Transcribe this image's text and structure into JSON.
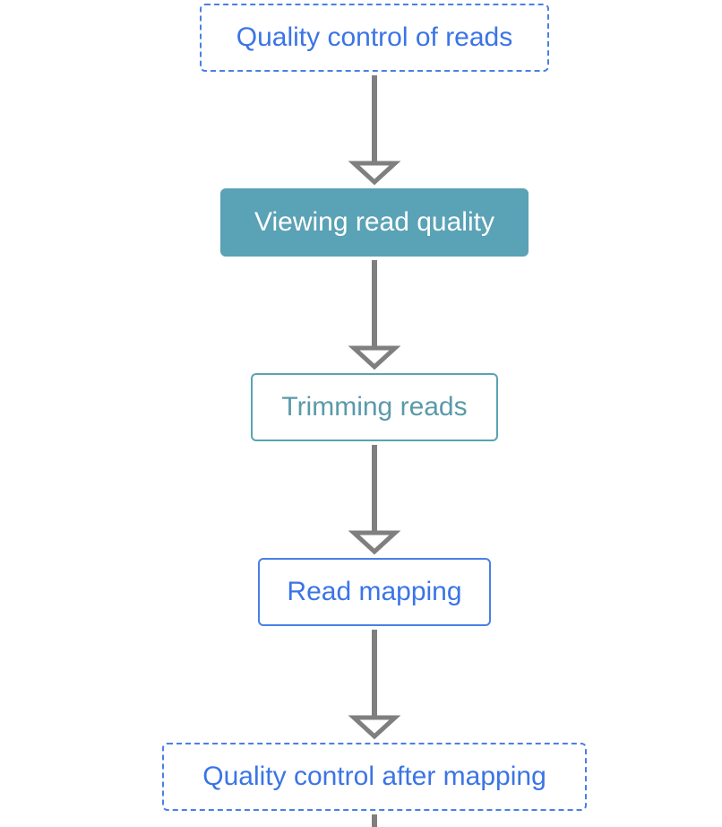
{
  "diagram": {
    "nodes": [
      {
        "id": "quality-control-of-reads",
        "label": "Quality control of reads",
        "style": "dashed"
      },
      {
        "id": "viewing-read-quality",
        "label": "Viewing read quality",
        "style": "current"
      },
      {
        "id": "trimming-reads",
        "label": "Trimming reads",
        "style": "teal"
      },
      {
        "id": "read-mapping",
        "label": "Read mapping",
        "style": "blue"
      },
      {
        "id": "quality-control-after-mapping",
        "label": "Quality control after mapping",
        "style": "dashed"
      }
    ],
    "edges": [
      {
        "from": "quality-control-of-reads",
        "to": "viewing-read-quality"
      },
      {
        "from": "viewing-read-quality",
        "to": "trimming-reads"
      },
      {
        "from": "trimming-reads",
        "to": "read-mapping"
      },
      {
        "from": "read-mapping",
        "to": "quality-control-after-mapping"
      }
    ],
    "colors": {
      "link_blue": "#3b74e6",
      "current_fill": "#5aa2b5",
      "teal_border": "#5aa2b5",
      "connector_gray": "#7f7f7f"
    }
  }
}
